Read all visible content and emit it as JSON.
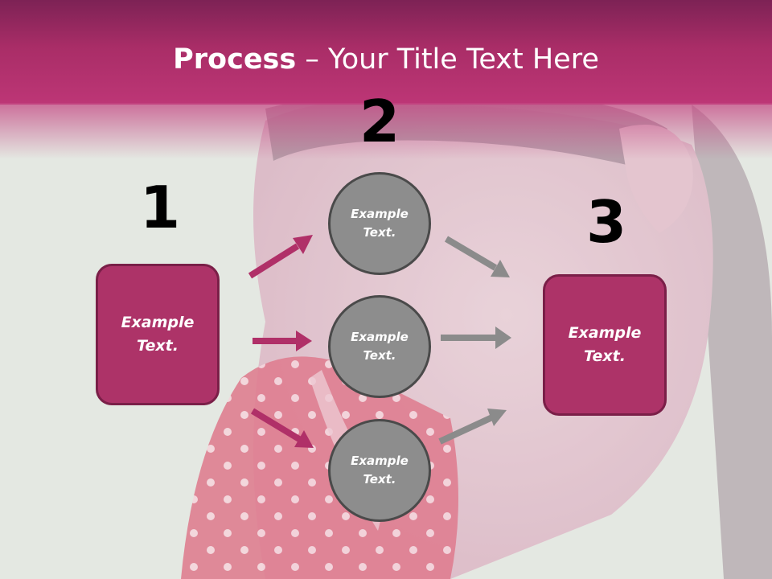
{
  "slide": {
    "title_bold": "Process",
    "title_rest": " – Your Title Text Here"
  },
  "steps": {
    "num1": "1",
    "num2": "2",
    "num3": "3"
  },
  "nodes": {
    "left_box": "Example\nText.",
    "circle_top": "Example\nText.",
    "circle_middle": "Example\nText.",
    "circle_bottom": "Example\nText.",
    "right_box": "Example\nText."
  },
  "colors": {
    "header": "#b3306c",
    "box_fill": "#ad3368",
    "box_border": "#7a1f48",
    "circle_fill": "#8d8d8d",
    "circle_border": "#4a4a4a",
    "arrow_pink": "#b03068",
    "arrow_gray": "#8b8b8b"
  }
}
